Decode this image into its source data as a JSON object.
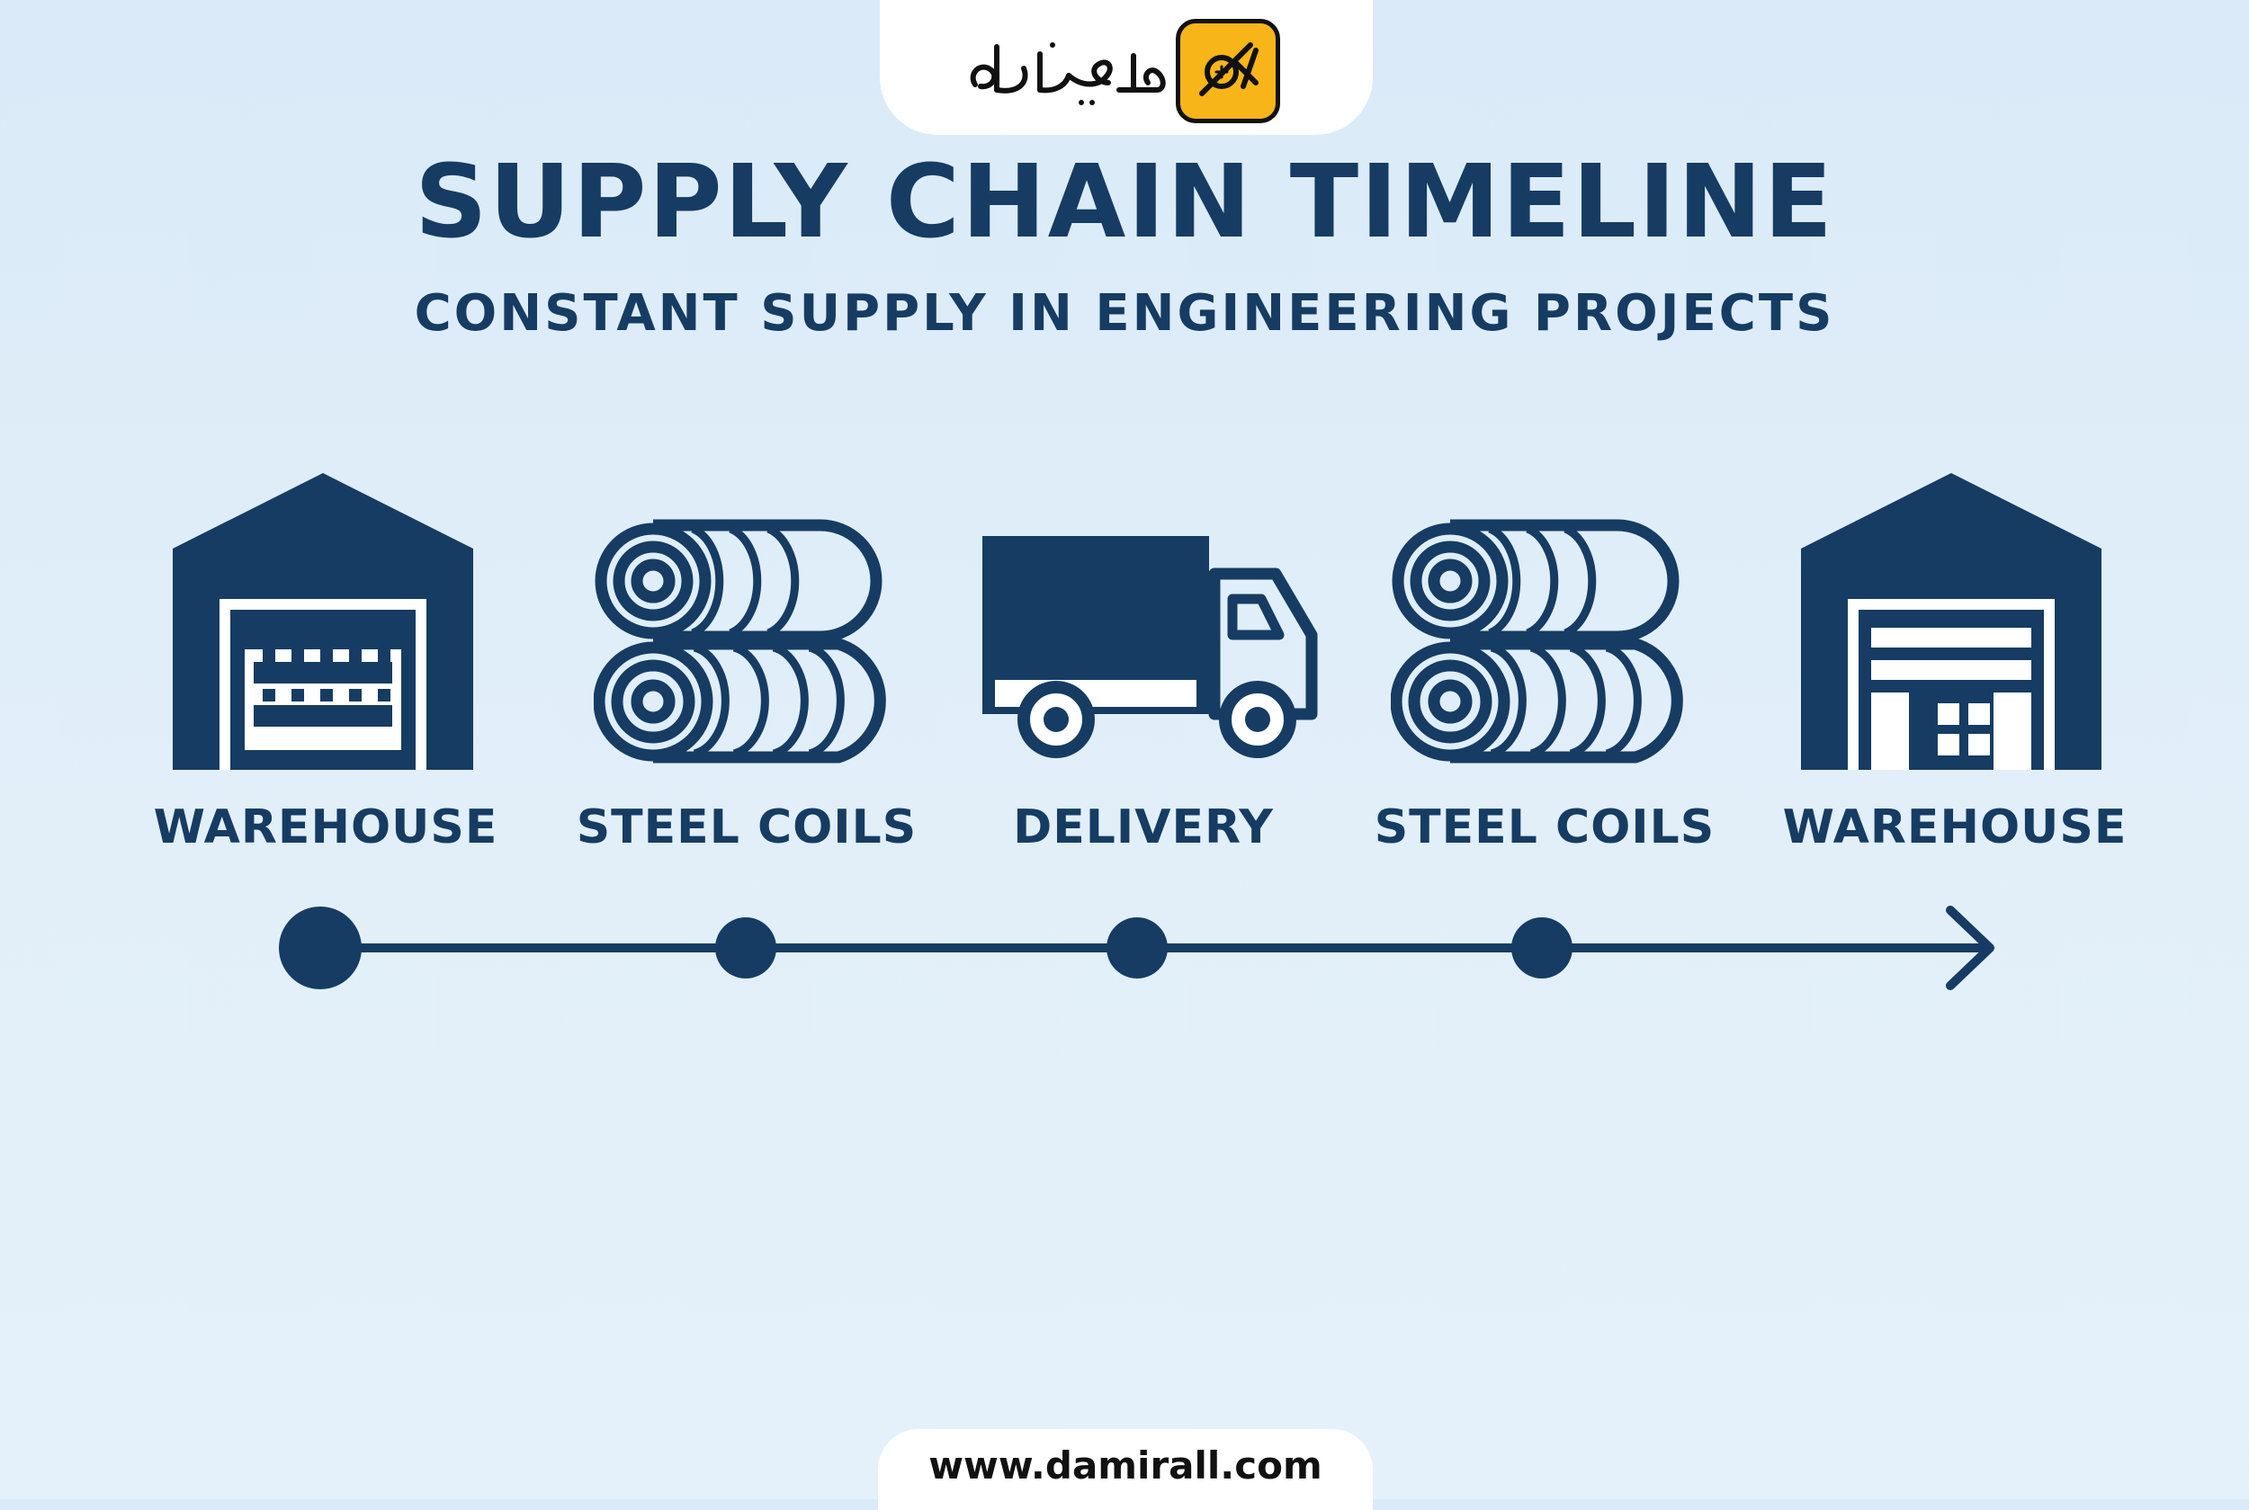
{
  "brand": {
    "logo_text": "دمیرال",
    "logo_icon": "damirall-logo-icon",
    "accent_color": "#f7b519"
  },
  "header": {
    "title": "SUPPLY CHAIN TIMELINE",
    "subtitle": "CONSTANT SUPPLY IN ENGINEERING PROJECTS"
  },
  "stages": [
    {
      "label": "WAREHOUSE",
      "icon": "warehouse-icon"
    },
    {
      "label": "STEEL COILS",
      "icon": "steel-coils-icon"
    },
    {
      "label": "DELIVERY",
      "icon": "delivery-truck-icon"
    },
    {
      "label": "STEEL COILS",
      "icon": "steel-coils-icon"
    },
    {
      "label": "WAREHOUSE",
      "icon": "warehouse-icon"
    }
  ],
  "timeline": {
    "nodes": 4,
    "end": "arrow",
    "color": "#163c63"
  },
  "footer": {
    "url": "www.damirall.com"
  }
}
